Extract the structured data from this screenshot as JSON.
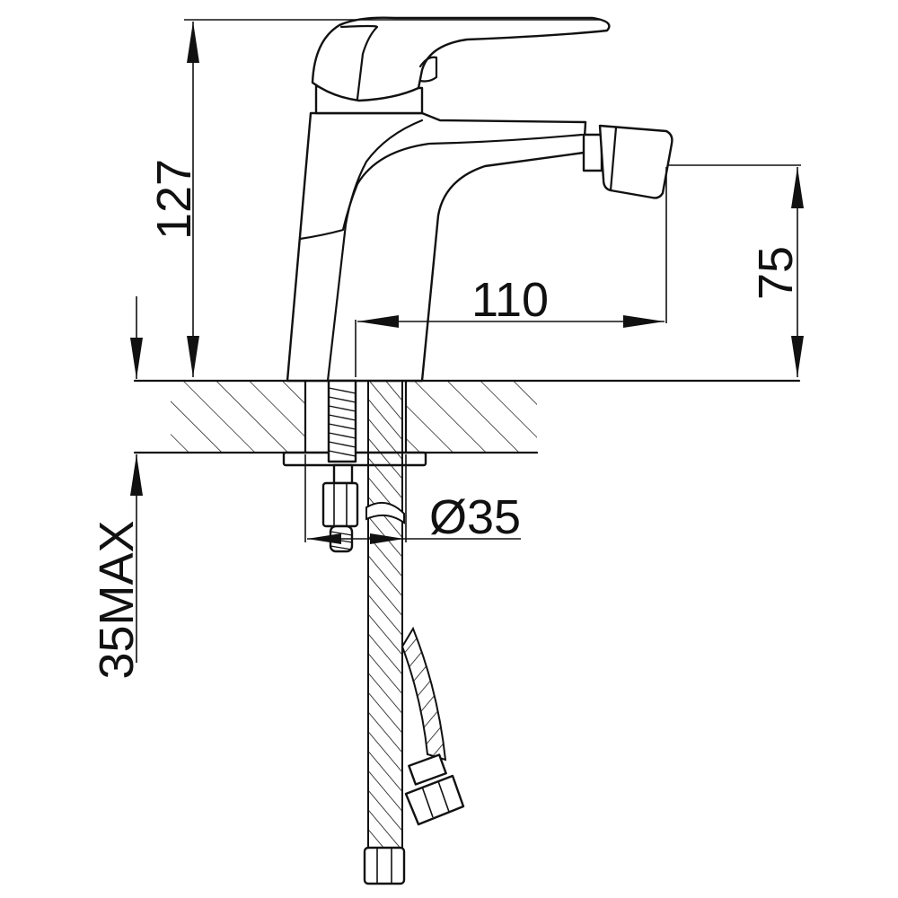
{
  "dimensions": {
    "height_total": "127",
    "spout_height": "75",
    "spout_reach": "110",
    "hole_diameter": "Ø35",
    "max_thickness": "35MAX"
  },
  "colors": {
    "line": "#111111",
    "background": "#ffffff"
  }
}
